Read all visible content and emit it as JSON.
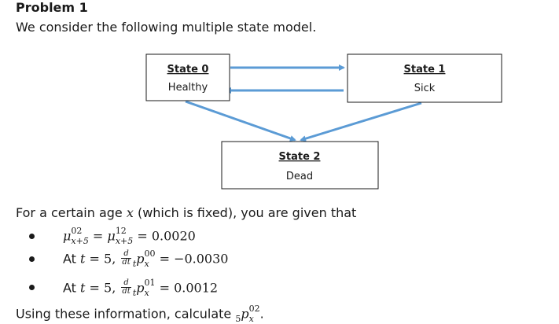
{
  "problem": {
    "title": "Problem 1",
    "intro": "We consider the following multiple state model."
  },
  "diagram": {
    "states": [
      {
        "label": "State 0",
        "name": "Healthy"
      },
      {
        "label": "State 1",
        "name": "Sick"
      },
      {
        "label": "State 2",
        "name": "Dead"
      }
    ],
    "arrow_color": "#5b9bd5"
  },
  "given": {
    "lead": "For a certain age ",
    "var": "x",
    "lead_tail": " (which is fixed), you are given that",
    "cond1": {
      "mu": "μ",
      "sup1": "02",
      "sub1": "x+5",
      "eq1": " = ",
      "sup2": "12",
      "sub2": "x+5",
      "eq2": " = 0.0020"
    },
    "cond2": {
      "at": "At ",
      "t": "t",
      "eq": " = 5, ",
      "d": "d",
      "dt": "dt",
      "tpre": "t",
      "p": "p",
      "sup": "00",
      "sub": "x",
      "value": " = −0.0030"
    },
    "cond3": {
      "at": "At ",
      "t": "t",
      "eq": " = 5, ",
      "d": "d",
      "dt": "dt",
      "tpre": "t",
      "p": "p",
      "sup": "01",
      "sub": "x",
      "value": " = 0.0012"
    },
    "closing_text": "Using these information, calculate ",
    "closing_pre": "5",
    "closing_p": "p",
    "closing_sup": "02",
    "closing_sub": "x",
    "closing_end": "."
  }
}
